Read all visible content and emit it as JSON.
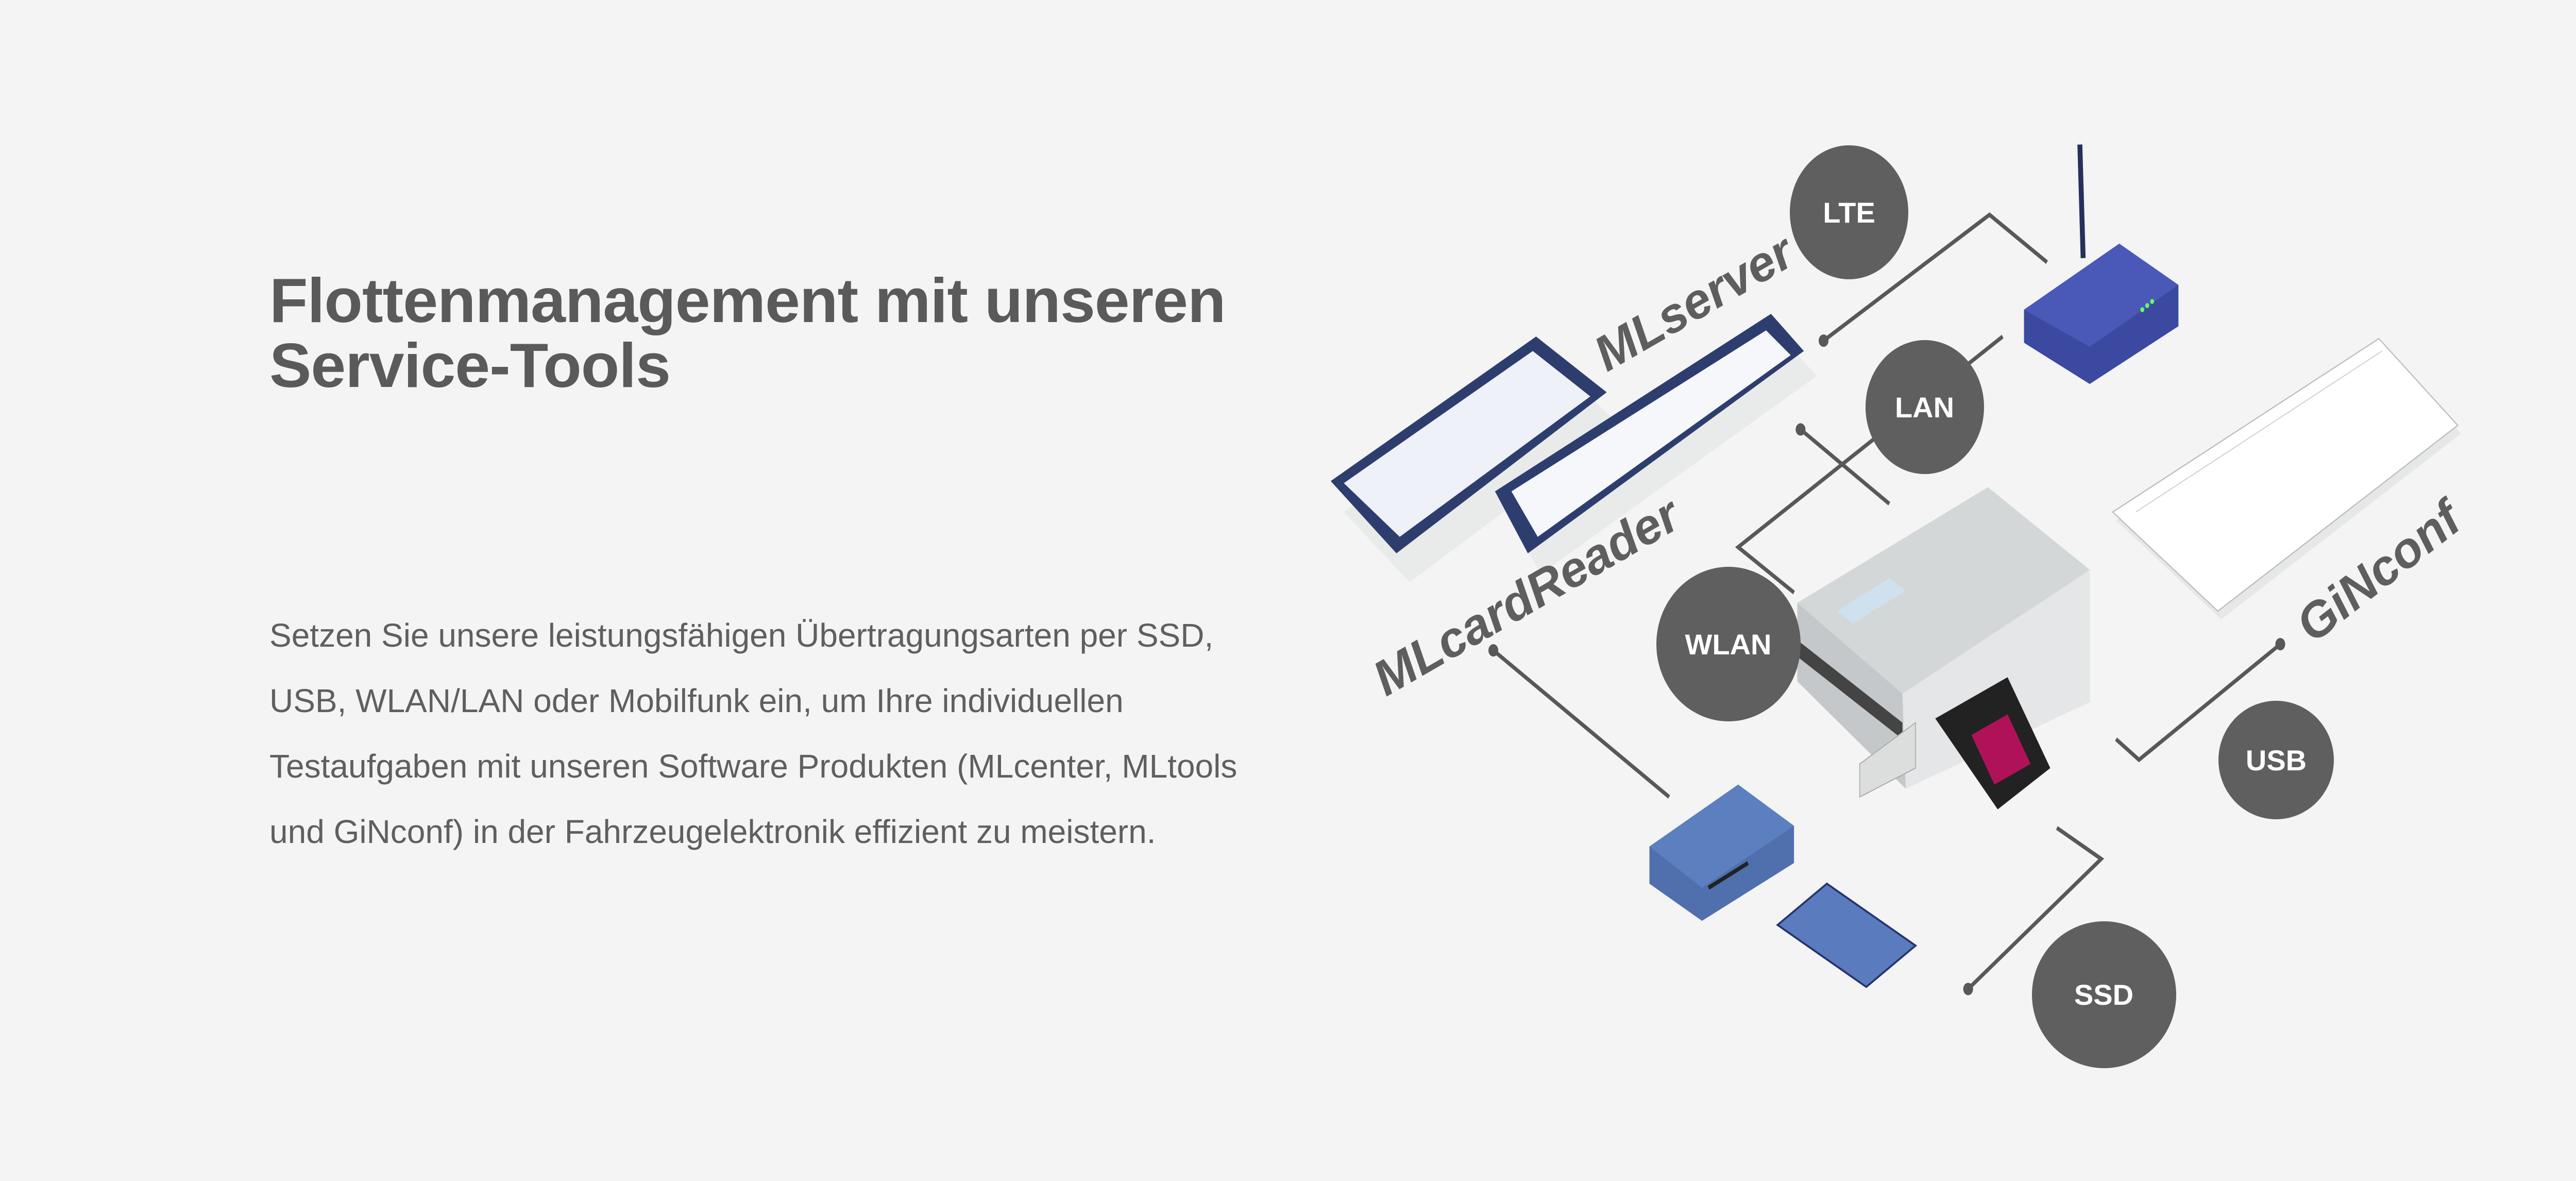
{
  "heading": {
    "line1": "Flottenmanagement mit unseren",
    "line2": "Service-Tools"
  },
  "body": "Setzen Sie unsere leistungsfähigen Übertragungsarten per SSD, USB, WLAN/LAN oder Mobilfunk ein, um Ihre individuellen Testaufgaben mit unseren Software Produkten (MLcenter, MLtools und GiNconf) in der Fahrzeugelektronik effizient zu meistern.",
  "diagram": {
    "connections": {
      "lte": "LTE",
      "lan": "LAN",
      "wlan": "WLAN",
      "usb": "USB",
      "ssd": "SSD"
    },
    "tools": {
      "mlserver": "MLserver",
      "mlcardreader": "MLcardReader",
      "ginconf": "GiNconf"
    }
  },
  "colors": {
    "background": "#f3f4f3",
    "bubble": "#5f5f5f",
    "text": "#5c5c5c",
    "device_blue": "#3f4fa8",
    "reader_blue": "#5a7dbc"
  }
}
